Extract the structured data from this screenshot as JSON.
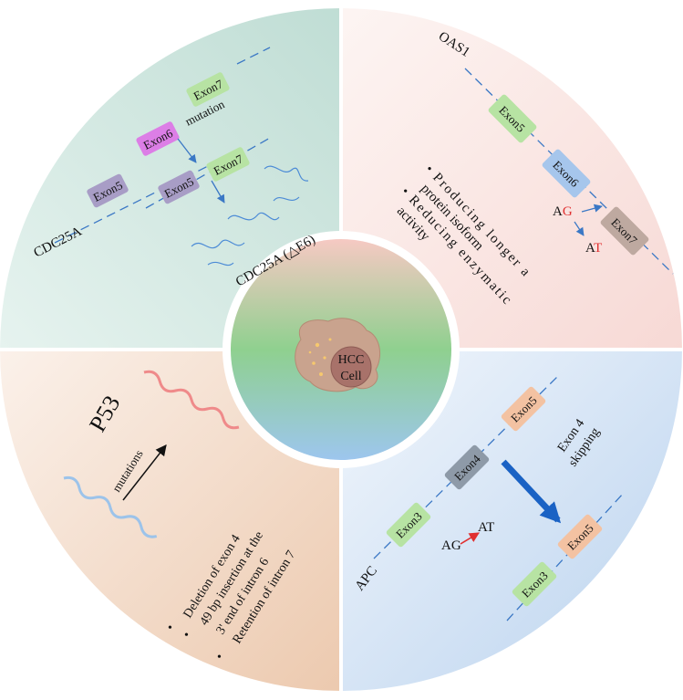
{
  "center": {
    "line1": "HCC",
    "line2": "Cell"
  },
  "q1": {
    "gene": "CDC25A",
    "exon5": "Exon5",
    "exon6": "Exon6",
    "exon7": "Exon7",
    "mutation": "mutation",
    "exon5b": "Exon5",
    "exon7b": "Exon7",
    "product": "CDC25A (△E6)"
  },
  "q2": {
    "gene": "OAS1",
    "exon5": "Exon5",
    "exon6": "Exon6",
    "exon7": "Exon7",
    "ag_a": "A",
    "ag_g": "G",
    "at_a": "A",
    "at_t": "T",
    "bullet1": "Producing longer a protein isoform",
    "bullet1_l1": "Producing longer a",
    "bullet1_l2": "protein isoform",
    "bullet2": "Reducing enzymatic activity",
    "bullet2_l1": "Reducing enzymatic",
    "bullet2_l2": "activity"
  },
  "q3": {
    "gene": "P53",
    "mutations": "mutations",
    "bullet1": "Deletion of exon 4",
    "bullet2": "49 bp insertion at the 3' end of intron 6",
    "bullet2_l1": "49 bp insertion at the",
    "bullet2_l2": "3' end of intron 6",
    "bullet3": "Retention of intron 7"
  },
  "q4": {
    "gene": "APC",
    "exon3": "Exon3",
    "exon4": "Exon4",
    "exon5": "Exon5",
    "ag": "AG",
    "at": "AT",
    "skip": "Exon 4 skipping",
    "skip_l1": "Exon 4",
    "skip_l2": "skipping",
    "exon3b": "Exon3",
    "exon5b": "Exon5"
  },
  "colors": {
    "q1": "#cfe6e0",
    "q2": "#fae6e2",
    "q3": "#f2dccb",
    "q4": "#d4e3f3",
    "exon_purple": "#a89dc6",
    "exon_magenta": "#dc7ee6",
    "exon_green": "#b7e3a3",
    "exon_blue": "#a6c6ec",
    "exon_brown": "#bea9a0",
    "exon_orange": "#f3c2a2",
    "dna_line": "#3b78c5",
    "red": "#e03030"
  }
}
